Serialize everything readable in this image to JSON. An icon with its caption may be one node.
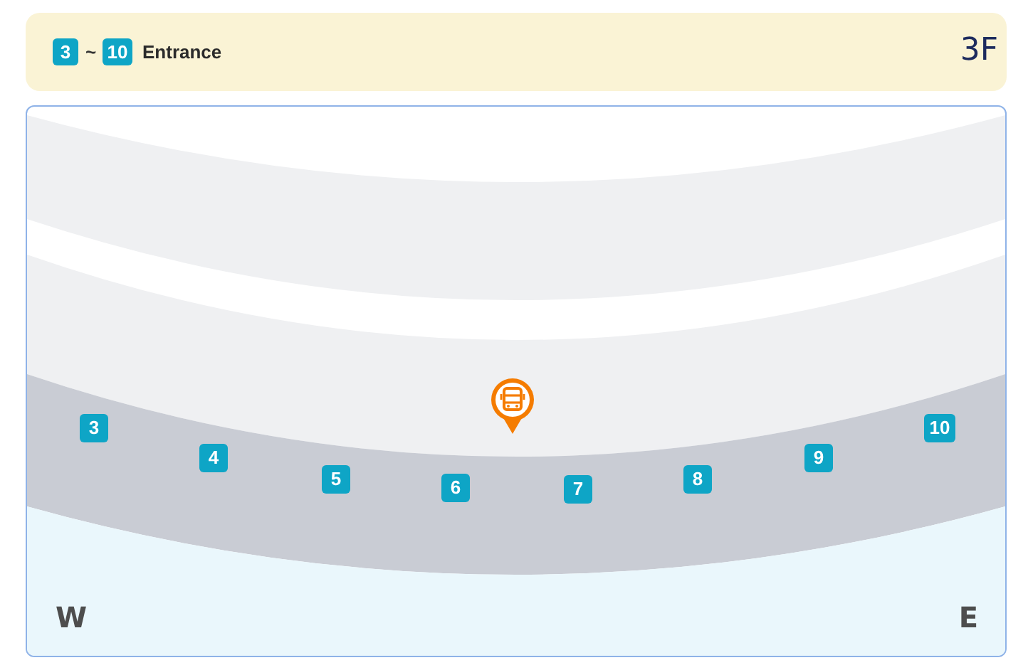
{
  "diagram": {
    "nodes": [
      {
        "text": [
          "~",
          "Entrance",
          "3F"
        ]
      },
      {
        "text": [
          "3"
        ],
        "in": 0
      },
      {
        "text": [
          "10"
        ],
        "in": 0
      },
      {
        "text": [
          "W",
          "E"
        ]
      },
      {
        "text": [
          "3"
        ],
        "in": 3
      },
      {
        "text": [
          "4"
        ],
        "in": 3
      },
      {
        "text": [
          "5"
        ],
        "in": 3
      },
      {
        "text": [
          "6"
        ],
        "in": 3
      },
      {
        "text": [
          "7"
        ],
        "in": 3
      },
      {
        "text": [
          "8"
        ],
        "in": 3
      },
      {
        "text": [
          "9"
        ],
        "in": 3
      },
      {
        "text": [
          "10"
        ],
        "in": 3
      }
    ]
  }
}
